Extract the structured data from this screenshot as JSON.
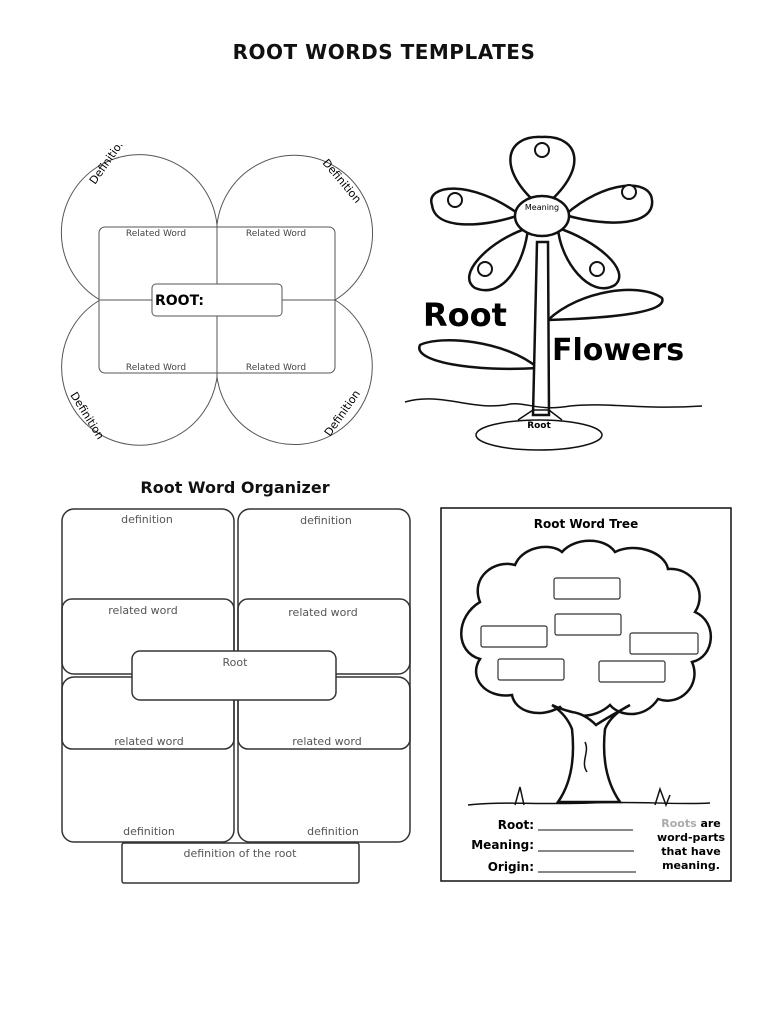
{
  "page": {
    "title": "ROOT WORDS TEMPLATES"
  },
  "clover": {
    "definition": "Definition",
    "related_word": "Related Word",
    "root_label": "ROOT:"
  },
  "flower": {
    "meaning": "Meaning",
    "root_word": "Root",
    "flowers_word": "Flowers",
    "pot_label": "Root"
  },
  "organizer": {
    "title": "Root Word Organizer",
    "definition": "definition",
    "related_word": "related word",
    "root": "Root",
    "root_definition": "definition of the root"
  },
  "tree": {
    "title": "Root Word Tree",
    "root_label": "Root:",
    "meaning_label": "Meaning:",
    "origin_label": "Origin:",
    "note_line1_a": "Roots",
    "note_line1_b": " are",
    "note_line2": "word-parts",
    "note_line3": "that have",
    "note_line4": "meaning."
  }
}
